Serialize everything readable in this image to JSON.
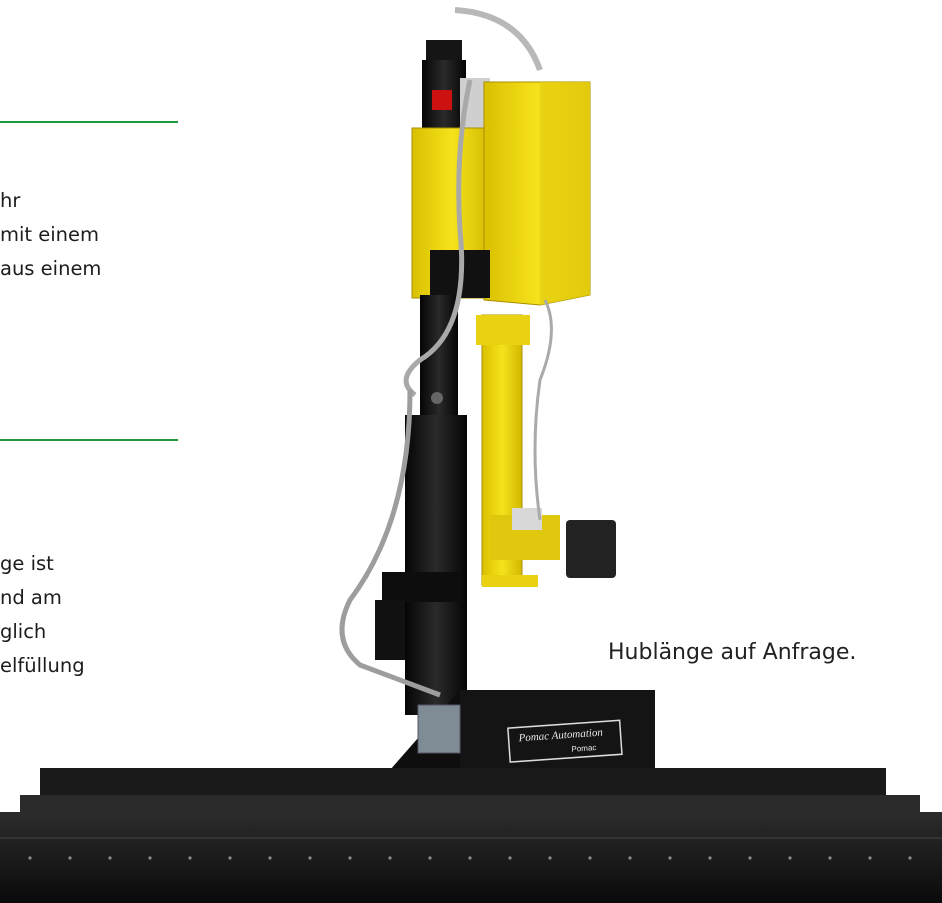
{
  "left_text": {
    "block1": [
      "hr",
      "mit einem",
      "aus einem"
    ],
    "block2": [
      "ge ist",
      "nd am",
      "glich",
      "elfüllung"
    ]
  },
  "caption": "Hublänge auf Anfrage.",
  "brand_plate": {
    "line1": "Pomac Automation",
    "line2": "Pomac"
  },
  "colors": {
    "accent_rule": "#1e9a3c",
    "housing_yellow": "#f2dc1a",
    "frame_black": "#111111"
  }
}
